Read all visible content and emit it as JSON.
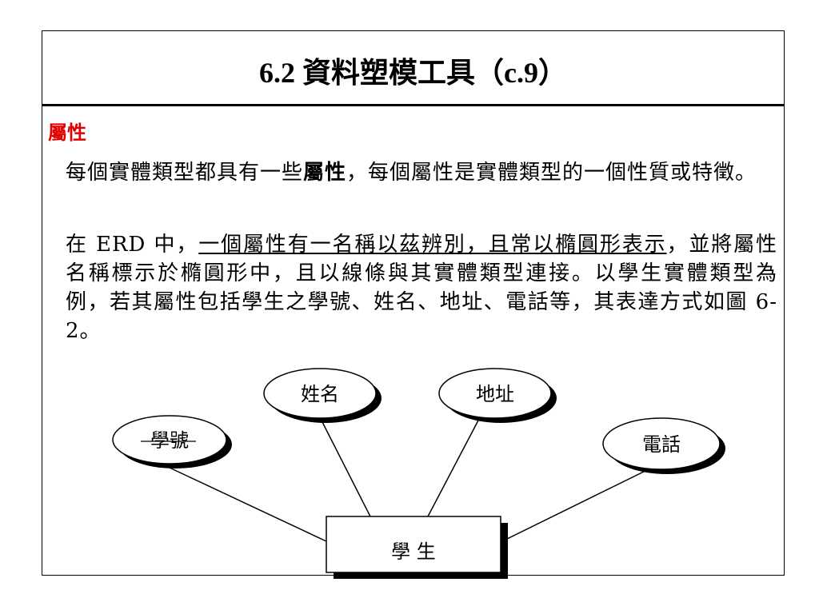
{
  "title": "6.2 資料塑模工具（c.9）",
  "section_heading": "屬性",
  "paragraph1": {
    "before": "每個實體類型都具有一些",
    "bold": "屬性",
    "after": "，每個屬性是實體類型的一個性質或特徵。"
  },
  "paragraph2": {
    "before": "在 ERD 中，",
    "underlined": "一個屬性有一名稱以茲辨別，且常以橢圓形表示",
    "after": "，並將屬性名稱標示於橢圓形中，且以線條與其實體類型連接。以學生實體類型為例，若其屬性包括學生之學號、姓名、地址、電話等，其表達方式如圖 6-2。"
  },
  "diagram": {
    "entity": "學 生",
    "attributes": {
      "student_id": "學號",
      "name": "姓名",
      "address": "地址",
      "phone": "電話"
    }
  },
  "colors": {
    "heading": "#e00000",
    "line": "#000000"
  }
}
